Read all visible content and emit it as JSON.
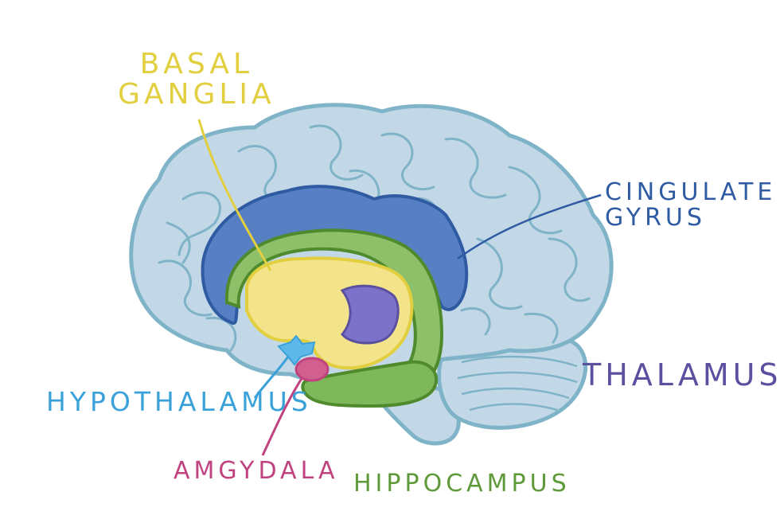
{
  "labels": {
    "basal_ganglia": "BASAL\nGANGLIA",
    "cingulate_gyrus": "CINGULATE\nGYRUS",
    "thalamus": "THALAMUS",
    "hypothalamus": "HYPOTHALAMUS",
    "amygdala": "AMGYDALA",
    "hippocampus": "HIPPOCAMPUS"
  },
  "colors": {
    "brain_fill": "#c3d8e6",
    "brain_stroke": "#7fb3c8",
    "basal_ganglia": "#e8d75a",
    "cingulate_gyrus": "#3d6fb5",
    "thalamus": "#5b4fa0",
    "hypothalamus": "#3aa2d9",
    "amygdala": "#c0437f",
    "hippocampus": "#5f9a3a"
  }
}
